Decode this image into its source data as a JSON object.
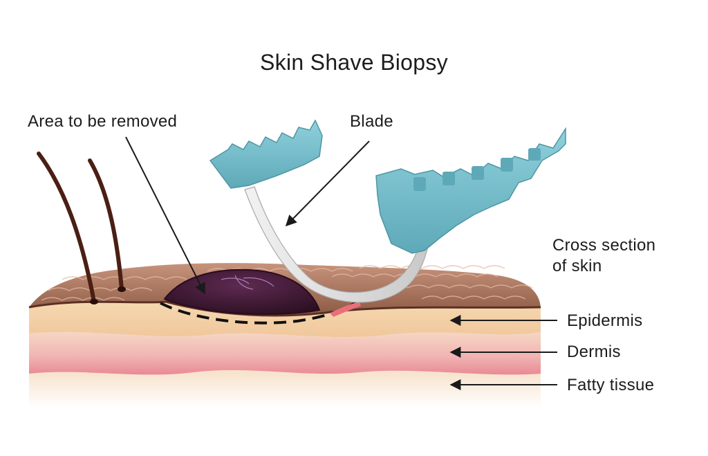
{
  "title": "Skin Shave Biopsy",
  "labels": {
    "area_to_be_removed": "Area to be removed",
    "blade": "Blade",
    "cross_section_line1": "Cross section",
    "cross_section_line2": "of skin",
    "epidermis": "Epidermis",
    "dermis": "Dermis",
    "fatty_tissue": "Fatty tissue"
  },
  "colors": {
    "skin_surface": "#8a5a44",
    "epidermis": "#f3d0a6",
    "dermis": "#f2b8b4",
    "fatty_tissue": "#f7e2c8",
    "lesion": "#3e1b33",
    "blade_handle": "#7cc1cf",
    "blade_metal": "#e6e6e6",
    "hair": "#4a1f14"
  }
}
